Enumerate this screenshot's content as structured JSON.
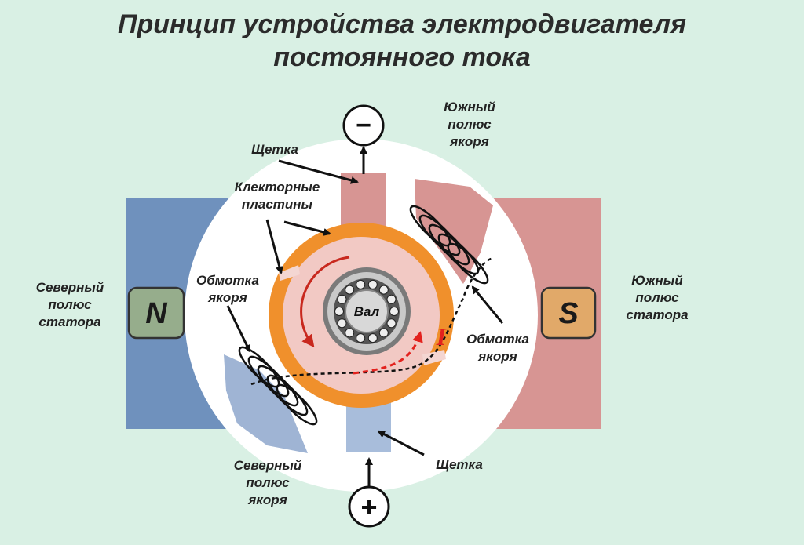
{
  "title": {
    "line1": "Принцип устройства электродвигателя",
    "line2": "постоянного тока"
  },
  "labels": {
    "brush_top": "Щетка",
    "brush_bottom": "Щетка",
    "commutator": [
      "Клекторные",
      "пластины"
    ],
    "south_armature": [
      "Южный",
      "полюс",
      "якоря"
    ],
    "north_armature": [
      "Северный",
      "полюс",
      "якоря"
    ],
    "north_stator": [
      "Северный",
      "полюс",
      "статора"
    ],
    "south_stator": [
      "Южный",
      "полюс",
      "статора"
    ],
    "winding_left": [
      "Обмотка",
      "якоря"
    ],
    "winding_right": [
      "Обмотка",
      "якоря"
    ],
    "shaft": "Вал",
    "current": "I",
    "pole_n": "N",
    "pole_s": "S",
    "minus": "−",
    "plus": "+"
  },
  "colors": {
    "background": "#d9f0e4",
    "north_stator": "#6f91bd",
    "south_stator": "#d79593",
    "commutator": "#f0902c",
    "armature_core": "#f2c9c4",
    "north_armature": "#9fb4d4",
    "south_armature": "#d79593",
    "brush_top": "#d79593",
    "brush_bottom": "#a8bddb",
    "n_badge": "#96ad8c",
    "s_badge": "#e1a969",
    "current_arrow": "#e3221e"
  }
}
